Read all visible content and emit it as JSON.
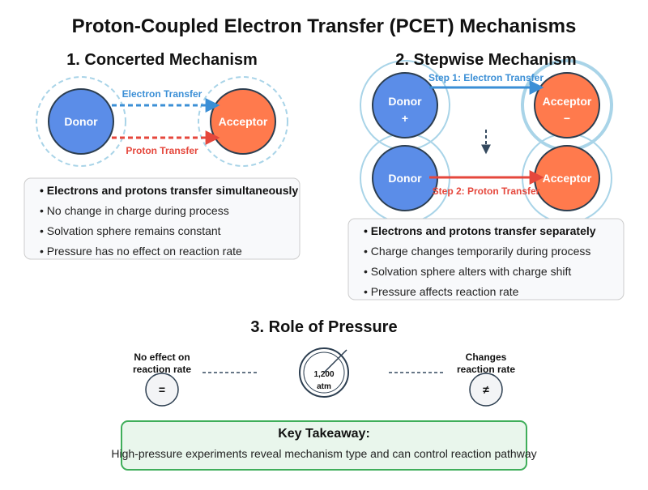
{
  "title": "Proton-Coupled Electron Transfer (PCET) Mechanisms",
  "colors": {
    "donor": "#5b8de8",
    "acceptor": "#ff7a4d",
    "electron": "#3b8fd6",
    "proton": "#e5473c",
    "halo": "#a9d4e8",
    "box_fill": "#f8f9fb",
    "key_fill": "#e9f6ec",
    "key_border": "#3fae5a"
  },
  "concerted": {
    "heading": "1. Concerted Mechanism",
    "donor_label": "Donor",
    "acceptor_label": "Acceptor",
    "electron_label": "Electron Transfer",
    "proton_label": "Proton Transfer",
    "bullets": [
      "• Electrons and protons transfer simultaneously",
      "• No change in charge during process",
      "• Solvation sphere remains constant",
      "• Pressure has no effect on reaction rate"
    ]
  },
  "stepwise": {
    "heading": "2. Stepwise Mechanism",
    "donor_label": "Donor",
    "donor_charge": "+",
    "acceptor_label": "Acceptor",
    "acceptor_charge": "−",
    "step1_label": "Step 1: Electron Transfer",
    "step2_label": "Step 2: Proton Transfer",
    "bullets": [
      "• Electrons and protons transfer separately",
      "• Charge changes temporarily during process",
      "• Solvation sphere alters with charge shift",
      "• Pressure affects reaction rate"
    ]
  },
  "pressure": {
    "heading": "3. Role of Pressure",
    "left_line1": "No effect on",
    "left_line2": "reaction rate",
    "left_symbol": "=",
    "gauge_line1": "1,200",
    "gauge_line2": "atm",
    "right_line1": "Changes",
    "right_line2": "reaction rate",
    "right_symbol": "≠"
  },
  "takeaway": {
    "title": "Key Takeaway:",
    "text": "High-pressure experiments reveal mechanism type and can control reaction pathway"
  }
}
